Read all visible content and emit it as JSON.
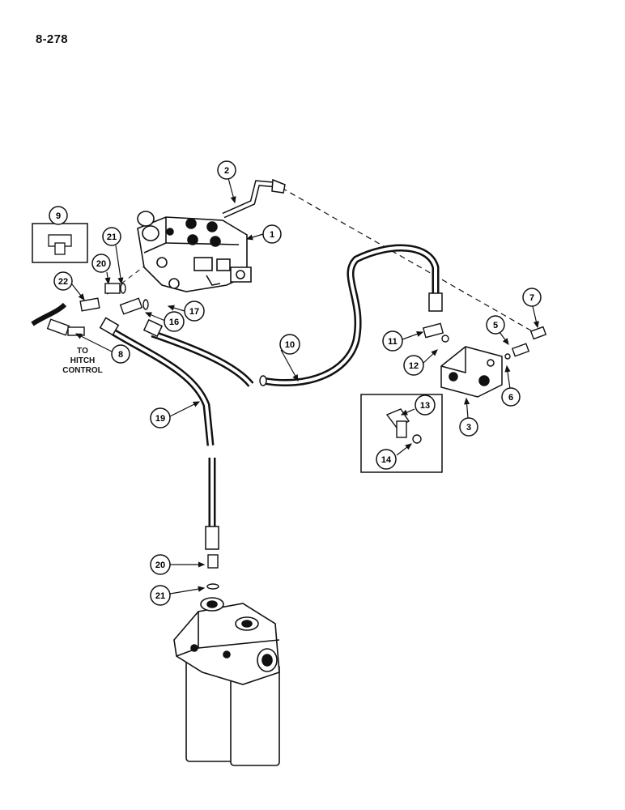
{
  "page_number": "8-278",
  "hitch_label": {
    "line1": "TO",
    "line2": "HITCH CONTROL"
  },
  "callouts": [
    {
      "id": "c1",
      "text": "1"
    },
    {
      "id": "c2",
      "text": "2"
    },
    {
      "id": "c3",
      "text": "3"
    },
    {
      "id": "c5",
      "text": "5"
    },
    {
      "id": "c6",
      "text": "6"
    },
    {
      "id": "c7",
      "text": "7"
    },
    {
      "id": "c8",
      "text": "8"
    },
    {
      "id": "c9",
      "text": "9"
    },
    {
      "id": "c10",
      "text": "10"
    },
    {
      "id": "c11",
      "text": "11"
    },
    {
      "id": "c12",
      "text": "12"
    },
    {
      "id": "c13",
      "text": "13"
    },
    {
      "id": "c14",
      "text": "14"
    },
    {
      "id": "c16",
      "text": "16"
    },
    {
      "id": "c17",
      "text": "17"
    },
    {
      "id": "c19",
      "text": "19"
    },
    {
      "id": "c20a",
      "text": "20"
    },
    {
      "id": "c20b",
      "text": "20"
    },
    {
      "id": "c21a",
      "text": "21"
    },
    {
      "id": "c21b",
      "text": "21"
    },
    {
      "id": "c22",
      "text": "22"
    }
  ]
}
